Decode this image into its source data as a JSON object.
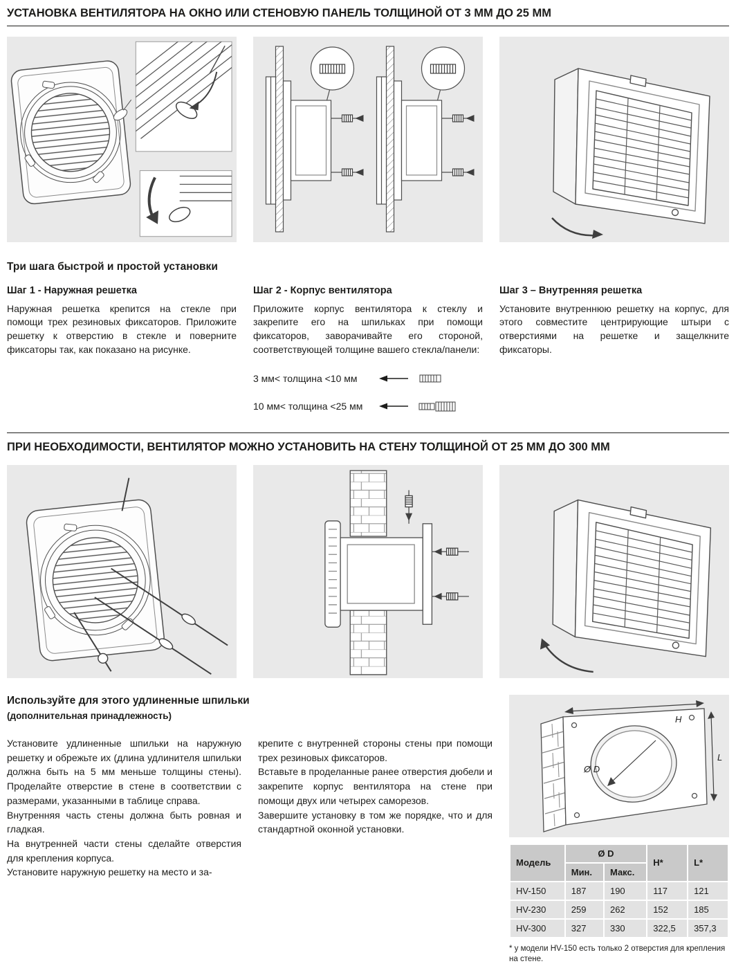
{
  "colors": {
    "text": "#1d1d1b",
    "panel_bg": "#e9e9e9",
    "table_header_bg": "#c9c9c9",
    "table_cell_bg": "#e2e2e2",
    "rule": "#1d1d1b"
  },
  "section_window": {
    "title": "УСТАНОВКА ВЕНТИЛЯТОРА НА ОКНО ИЛИ СТЕНОВУЮ ПАНЕЛЬ ТОЛЩИНОЙ ОТ 3 ММ ДО 25 ММ",
    "subtitle": "Три шага быстрой и простой установки",
    "steps": [
      {
        "heading": "Шаг 1 - Наружная решетка",
        "body": "Наружная решетка крепится на стекле при помощи трех резиновых фиксаторов. Приложите решетку к отверстию в стекле и поверните фиксаторы так, как показано на рисунке."
      },
      {
        "heading": "Шаг 2 - Корпус вентилятора",
        "body": "Приложите корпус вентилятора к стеклу и закрепите его на шпильках при помощи фиксаторов, заворачивайте его стороной, соответствующей толщине вашего стекла/панели:",
        "thickness_options": [
          "3 мм< толщина <10 мм",
          "10 мм< толщина <25 мм"
        ]
      },
      {
        "heading": "Шаг 3 – Внутренняя решетка",
        "body": "Установите внутреннюю решетку на корпус, для этого совместите центрирующие штыри с отверстиями на решетке и защелкните фиксаторы."
      }
    ]
  },
  "section_wall": {
    "title": "ПРИ НЕОБХОДИМОСТИ, ВЕНТИЛЯТОР МОЖНО УСТАНОВИТЬ НА СТЕНУ ТОЛЩИНОЙ ОТ 25 ММ ДО 300 ММ",
    "subtitle": "Используйте для этого удлиненные шпильки",
    "subtitle_note": "(дополнительная принадлежность)",
    "text_left": "Установите удлиненные шпильки на наружную решетку и обрежьте их (длина удлинителя шпильки должна быть на 5 мм меньше толщины стены). Проделайте отверстие в стене в соответствии с размерами, указанными в таблице справа.\nВнутренняя часть стены должна быть ровная и гладкая.\nНа внутренней части стены сделайте отверстия для крепления корпуса.\nУстановите наружную решетку на место и за-",
    "text_right": "крепите с внутренней стороны стены при помощи трех резиновых фиксаторов.\nВставьте в проделанные ранее отверстия дюбели и закрепите корпус вентилятора на стене при помощи двух или четырех саморезов.\nЗавершите установку в том же порядке, что и для стандартной оконной установки."
  },
  "diagram": {
    "h_label": "H",
    "l_label": "L",
    "d_label": "Ø D"
  },
  "icons": {
    "thickness_arrow": "arrow-left",
    "plug_short": "striped-plug-short",
    "plug_long": "striped-plug-long"
  },
  "table": {
    "header_model": "Модель",
    "header_d": "Ø D",
    "header_d_min": "Мин.",
    "header_d_max": "Макс.",
    "header_h": "H*",
    "header_l": "L*",
    "rows": [
      {
        "model": "HV-150",
        "d_min": "187",
        "d_max": "190",
        "h": "117",
        "l": "121"
      },
      {
        "model": "HV-230",
        "d_min": "259",
        "d_max": "262",
        "h": "152",
        "l": "185"
      },
      {
        "model": "HV-300",
        "d_min": "327",
        "d_max": "330",
        "h": "322,5",
        "l": "357,3"
      }
    ],
    "footnote": "* у модели HV-150 есть только 2 отверстия для крепления на стене."
  }
}
